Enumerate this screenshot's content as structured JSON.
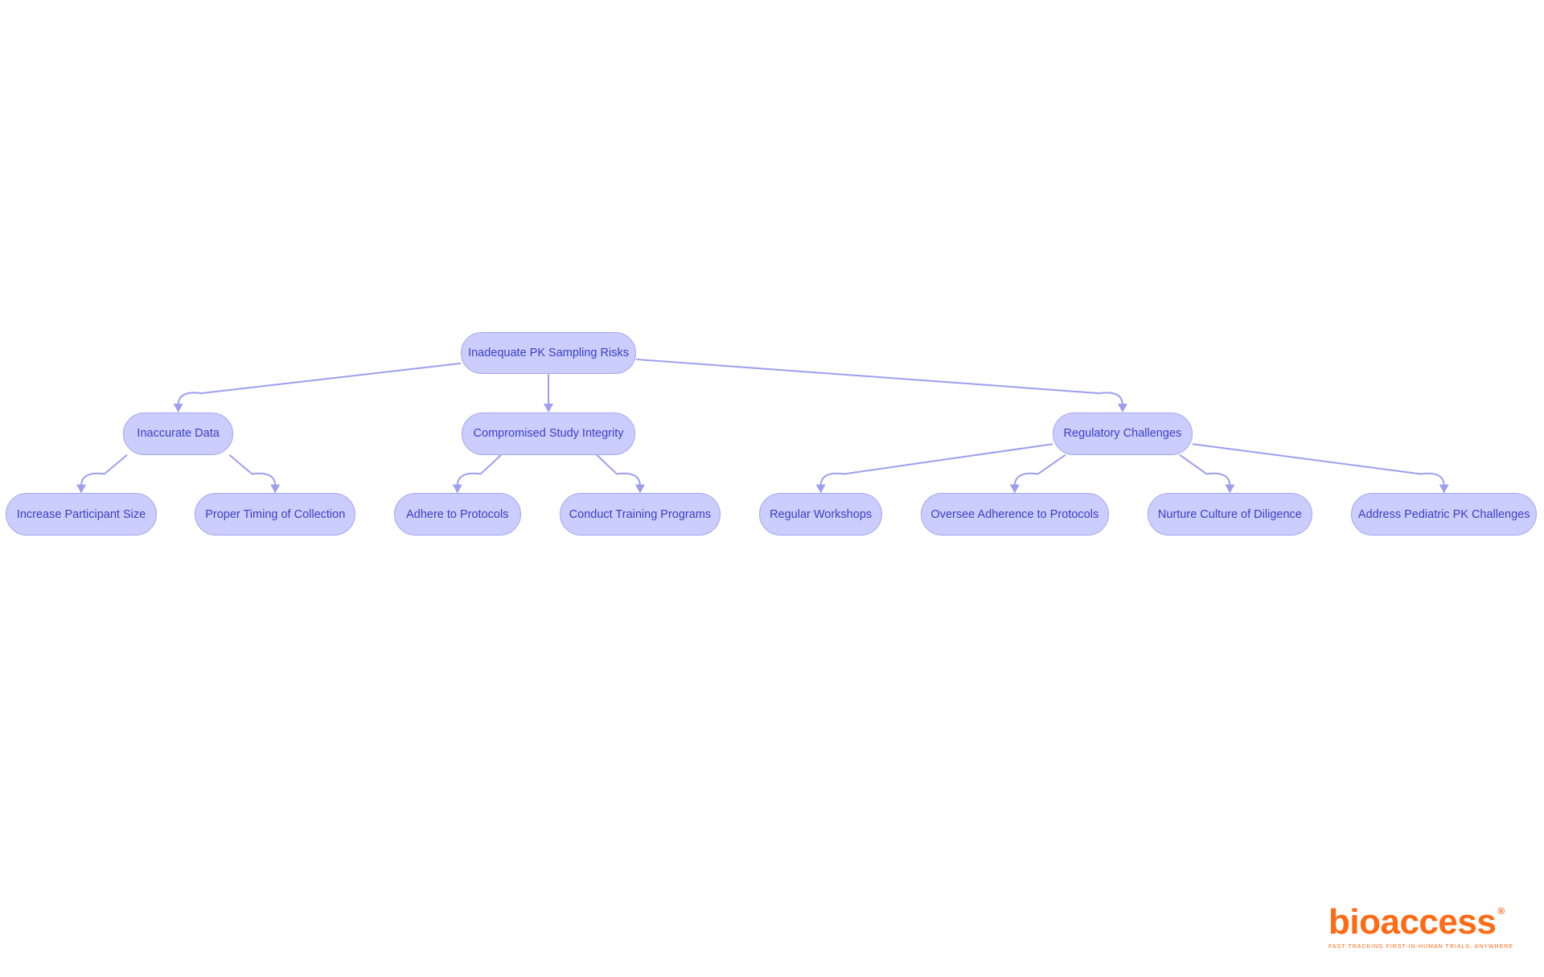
{
  "diagram": {
    "nodes": [
      {
        "id": "root",
        "label": "Inadequate PK Sampling Risks"
      },
      {
        "id": "inaccurate",
        "label": "Inaccurate Data"
      },
      {
        "id": "compromised",
        "label": "Compromised Study Integrity"
      },
      {
        "id": "regulatory",
        "label": "Regulatory Challenges"
      },
      {
        "id": "increase",
        "label": "Increase Participant Size"
      },
      {
        "id": "timing",
        "label": "Proper Timing of Collection"
      },
      {
        "id": "adhere",
        "label": "Adhere to Protocols"
      },
      {
        "id": "training",
        "label": "Conduct Training Programs"
      },
      {
        "id": "workshops",
        "label": "Regular Workshops"
      },
      {
        "id": "oversee",
        "label": "Oversee Adherence to Protocols"
      },
      {
        "id": "nurture",
        "label": "Nurture Culture of Diligence"
      },
      {
        "id": "pediatric",
        "label": "Address Pediatric PK Challenges"
      }
    ],
    "edges": [
      [
        "root",
        "inaccurate"
      ],
      [
        "root",
        "compromised"
      ],
      [
        "root",
        "regulatory"
      ],
      [
        "inaccurate",
        "increase"
      ],
      [
        "inaccurate",
        "timing"
      ],
      [
        "compromised",
        "adhere"
      ],
      [
        "compromised",
        "training"
      ],
      [
        "regulatory",
        "workshops"
      ],
      [
        "regulatory",
        "oversee"
      ],
      [
        "regulatory",
        "nurture"
      ],
      [
        "regulatory",
        "pediatric"
      ]
    ],
    "colors": {
      "node_fill": "#cbcdfd",
      "node_border": "#a4a6f3",
      "text": "#3b3fc4",
      "edge": "#9c9ef0"
    }
  },
  "logo": {
    "wordmark": "bioaccess",
    "registered": "®",
    "tagline": "FAST-TRACKING FIRST-IN-HUMAN TRIALS, ANYWHERE",
    "color": "#ff6a13"
  }
}
